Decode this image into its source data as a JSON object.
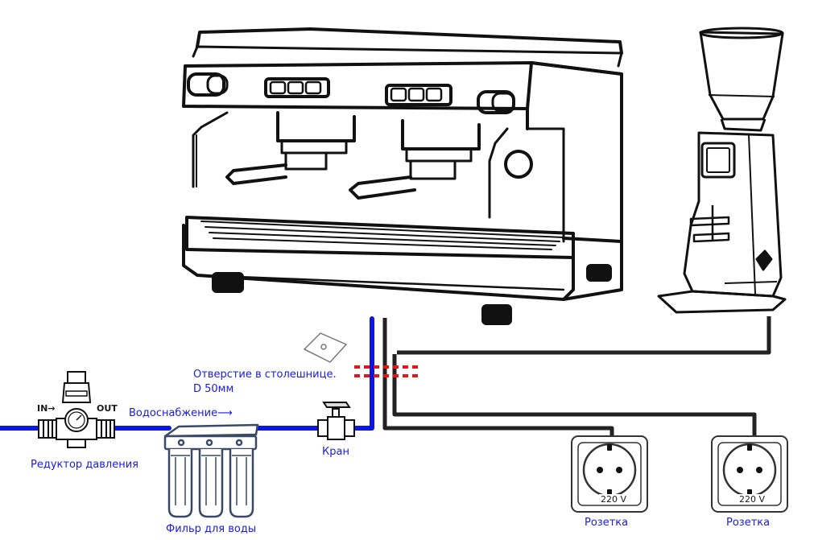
{
  "labels": {
    "pressure_reducer": "Редуктор давления",
    "water_supply": "Водоснабжение⟶",
    "countertop_hole_line1": "Отверстие в столешнице.",
    "countertop_hole_line2": "D 50мм",
    "tap": "Кран",
    "water_filter": "Фильр для воды",
    "socket_left": "Розетка",
    "socket_right": "Розетка",
    "reducer_in": "IN→",
    "reducer_out": "OUT",
    "socket_left_voltage": "220 V",
    "socket_right_voltage": "220 V"
  },
  "colors": {
    "water_line": "#0a16e6",
    "power_cable": "#222222",
    "hole_marker": "#e01818",
    "label_blue": "#1a1ae6"
  },
  "icons": {
    "espresso_machine": "espresso-machine-icon",
    "coffee_grinder": "coffee-grinder-icon",
    "pressure_reducer": "pressure-reducer-icon",
    "water_filter": "water-filter-icon",
    "ball_valve": "ball-valve-icon",
    "power_socket": "power-socket-icon",
    "hole_template": "hole-template-icon"
  }
}
